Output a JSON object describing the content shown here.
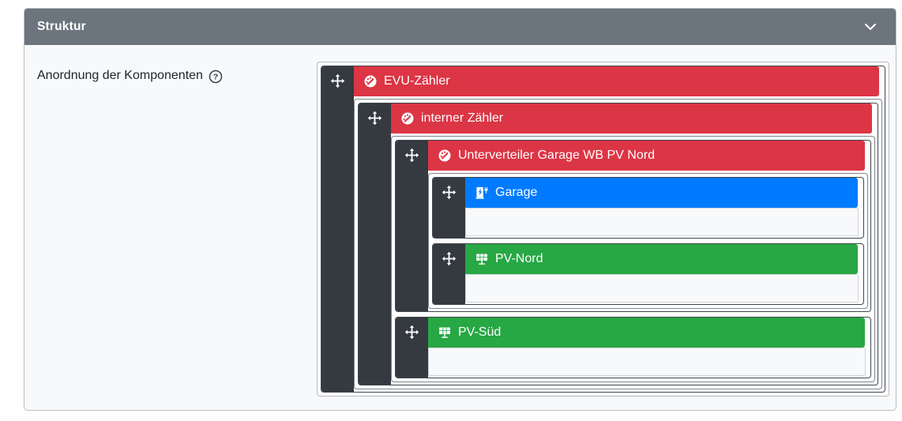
{
  "panel": {
    "title": "Struktur",
    "collapse_icon": "chevron-down"
  },
  "section": {
    "label": "Anordnung der Komponenten",
    "help_icon": "question-circle"
  },
  "colors": {
    "header_bg": "#6c757d",
    "card_bg": "#f8f9fa",
    "handle_bg": "#343a40",
    "counter": "#dc3545",
    "chargepoint": "#007bff",
    "inverter": "#28a745",
    "dropzone_bg": "#f8f9fa"
  },
  "tree": {
    "label": "EVU-Zähler",
    "type": "counter",
    "icon": "gauge-icon",
    "children": [
      {
        "label": "interner Zähler",
        "type": "counter",
        "icon": "gauge-icon",
        "children": [
          {
            "label": "Unterverteiler Garage WB PV Nord",
            "type": "counter",
            "icon": "gauge-icon",
            "children": [
              {
                "label": "Garage",
                "type": "chargepoint",
                "icon": "charging-station-icon",
                "children": []
              },
              {
                "label": "PV-Nord",
                "type": "inverter",
                "icon": "solar-panel-icon",
                "children": []
              }
            ]
          },
          {
            "label": "PV-Süd",
            "type": "inverter",
            "icon": "solar-panel-icon",
            "children": []
          }
        ]
      }
    ]
  }
}
